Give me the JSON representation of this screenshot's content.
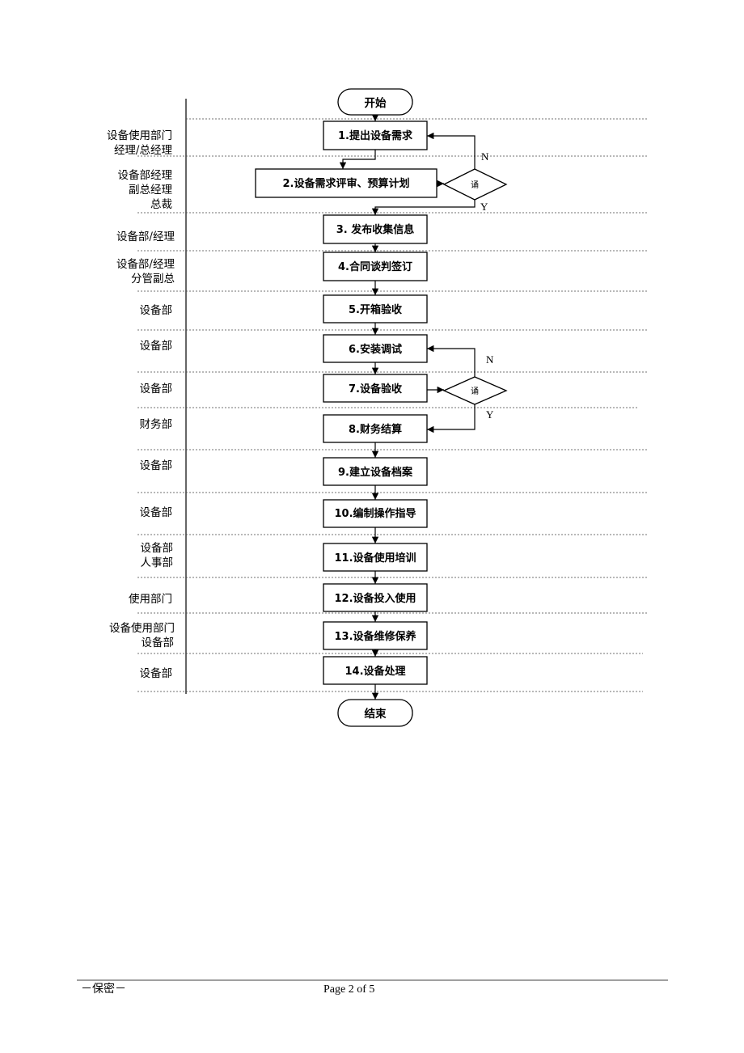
{
  "flowchart": {
    "start": "开始",
    "end": "结束",
    "lanes": [
      {
        "lines": [
          "设备使用部门",
          "经理/总经理"
        ]
      },
      {
        "lines": [
          "设备部经理",
          "副总经理",
          "总裁"
        ]
      },
      {
        "lines": [
          "设备部/经理"
        ]
      },
      {
        "lines": [
          "设备部/经理",
          "分管副总"
        ]
      },
      {
        "lines": [
          "设备部"
        ]
      },
      {
        "lines": [
          "设备部"
        ]
      },
      {
        "lines": [
          "设备部"
        ]
      },
      {
        "lines": [
          "财务部"
        ]
      },
      {
        "lines": [
          "设备部"
        ]
      },
      {
        "lines": [
          "设备部"
        ]
      },
      {
        "lines": [
          "设备部",
          "人事部"
        ]
      },
      {
        "lines": [
          "使用部门"
        ]
      },
      {
        "lines": [
          "设备使用部门",
          "设备部"
        ]
      },
      {
        "lines": [
          "设备部"
        ]
      }
    ],
    "steps": [
      "1.提出设备需求",
      "2.设备需求评审、预算计划",
      "3. 发布收集信息",
      "4.合同谈判签订",
      "5.开箱验收",
      "6.安装调试",
      "7.设备验收",
      "8.财务结算",
      "9.建立设备档案",
      "10.编制操作指导",
      "11.设备使用培训",
      "12.设备投入使用",
      "13.设备维修保养",
      "14.设备处理"
    ],
    "decisions": [
      {
        "label": "诵",
        "no": "N",
        "yes": "Y"
      },
      {
        "label": "诵",
        "no": "N",
        "yes": "Y"
      }
    ]
  },
  "footer": {
    "confidential": "－保密－",
    "page": "Page 2 of 5"
  }
}
